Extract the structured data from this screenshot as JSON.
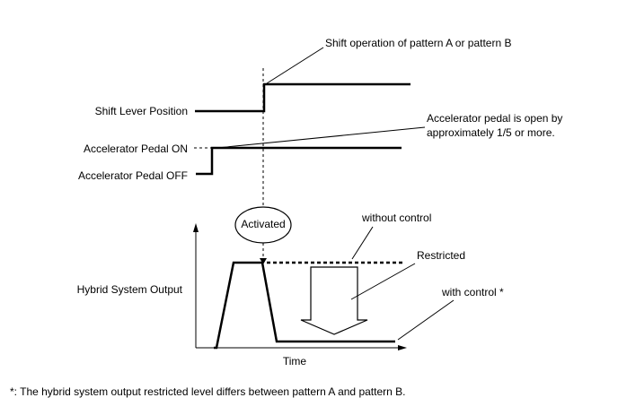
{
  "labels": {
    "shift_lever_position": "Shift Lever Position",
    "accelerator_pedal_on": "Accelerator Pedal ON",
    "accelerator_pedal_off": "Accelerator Pedal OFF",
    "hybrid_system_output": "Hybrid System Output",
    "time_axis": "Time"
  },
  "annotations": {
    "shift_operation": "Shift operation of pattern A or pattern B",
    "accelerator_note_line1": "Accelerator pedal is open by",
    "accelerator_note_line2": "approximately 1/5 or more.",
    "activated": "Activated",
    "without_control": "without control",
    "restricted": "Restricted",
    "with_control": "with control *"
  },
  "footnote": "*: The hybrid system output restricted level differs between pattern A and pattern B."
}
